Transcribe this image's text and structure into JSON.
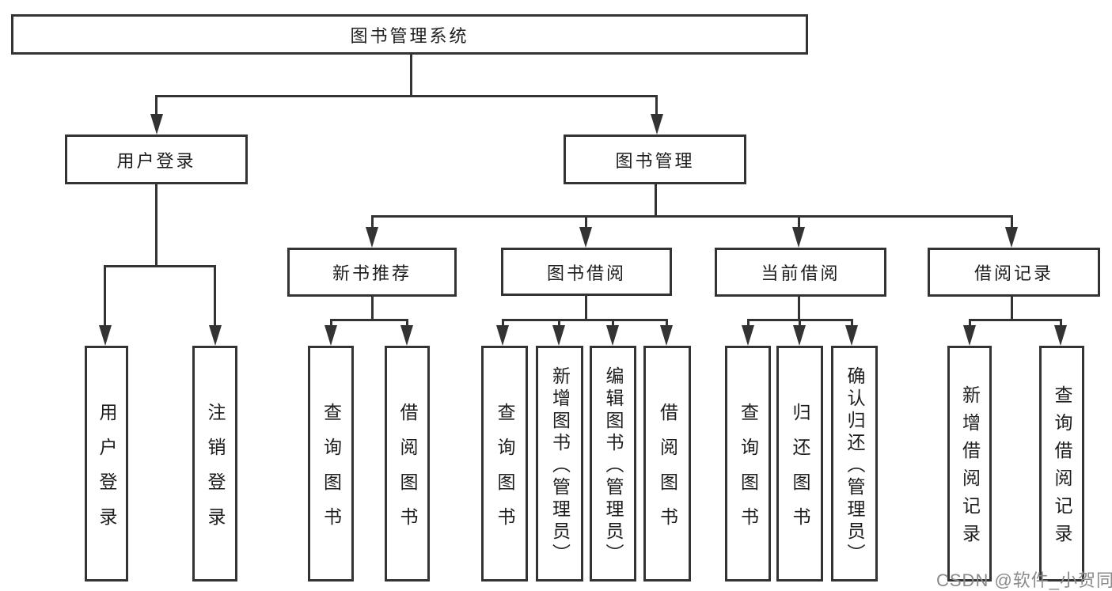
{
  "nodes": {
    "root": "图书管理系统",
    "user_login": "用户登录",
    "book_management": "图书管理",
    "new_book_recommend": "新书推荐",
    "book_borrow": "图书借阅",
    "current_borrow": "当前借阅",
    "borrow_record": "借阅记录",
    "ul_user_login": "用户登录",
    "ul_logout": "注销登录",
    "nbr_query_book": "查询图书",
    "nbr_borrow_book": "借阅图书",
    "bb_query_book": "查询图书",
    "bb_add_book": "新增图书（管理员）",
    "bb_edit_book": "编辑图书（管理员）",
    "bb_borrow_book": "借阅图书",
    "cb_query_book": "查询图书",
    "cb_return_book": "归还图书",
    "cb_confirm_return": "确认归还（管理员）",
    "br_add_record": "新增借阅记录",
    "br_query_record": "查询借阅记录"
  },
  "watermark": "CSDN @软件_小贺同学",
  "colors": {
    "line": "#333333",
    "text": "#1d1d1d",
    "watermark": "#8a8a8a",
    "background": "#ffffff"
  }
}
